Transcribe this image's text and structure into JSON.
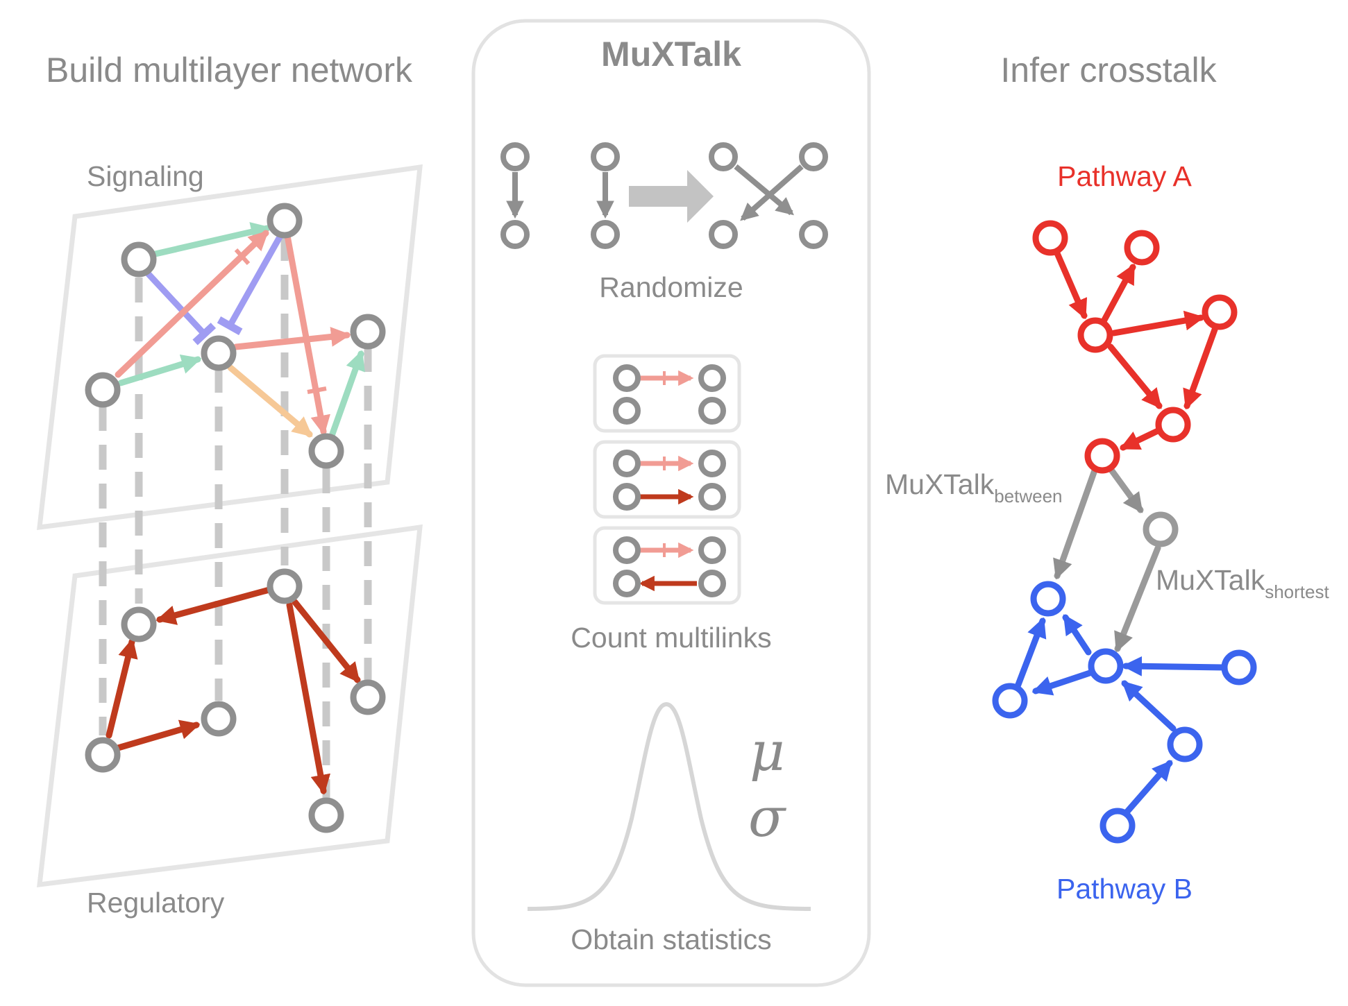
{
  "left": {
    "title": "Build multilayer network",
    "layer_top": "Signaling",
    "layer_bottom": "Regulatory"
  },
  "center": {
    "title": "MuXTalk",
    "step1": "Randomize",
    "step2": "Count multilinks",
    "step3": "Obtain statistics",
    "mu": "μ",
    "sigma": "σ"
  },
  "right": {
    "title": "Infer crosstalk",
    "pathway_a": "Pathway A",
    "pathway_b": "Pathway B",
    "between_base": "MuXTalk",
    "between_sub": "between",
    "shortest_base": "MuXTalk",
    "shortest_sub": "shortest"
  },
  "colors": {
    "gray": "#8f8f8f",
    "light_gray": "#c8c8c8",
    "green": "#9ddcc0",
    "salmon": "#f19c94",
    "purple": "#9f9cf2",
    "orange": "#f6c896",
    "dark_red": "#bf3a1d",
    "red": "#e8312a",
    "blue": "#3b64ee"
  }
}
